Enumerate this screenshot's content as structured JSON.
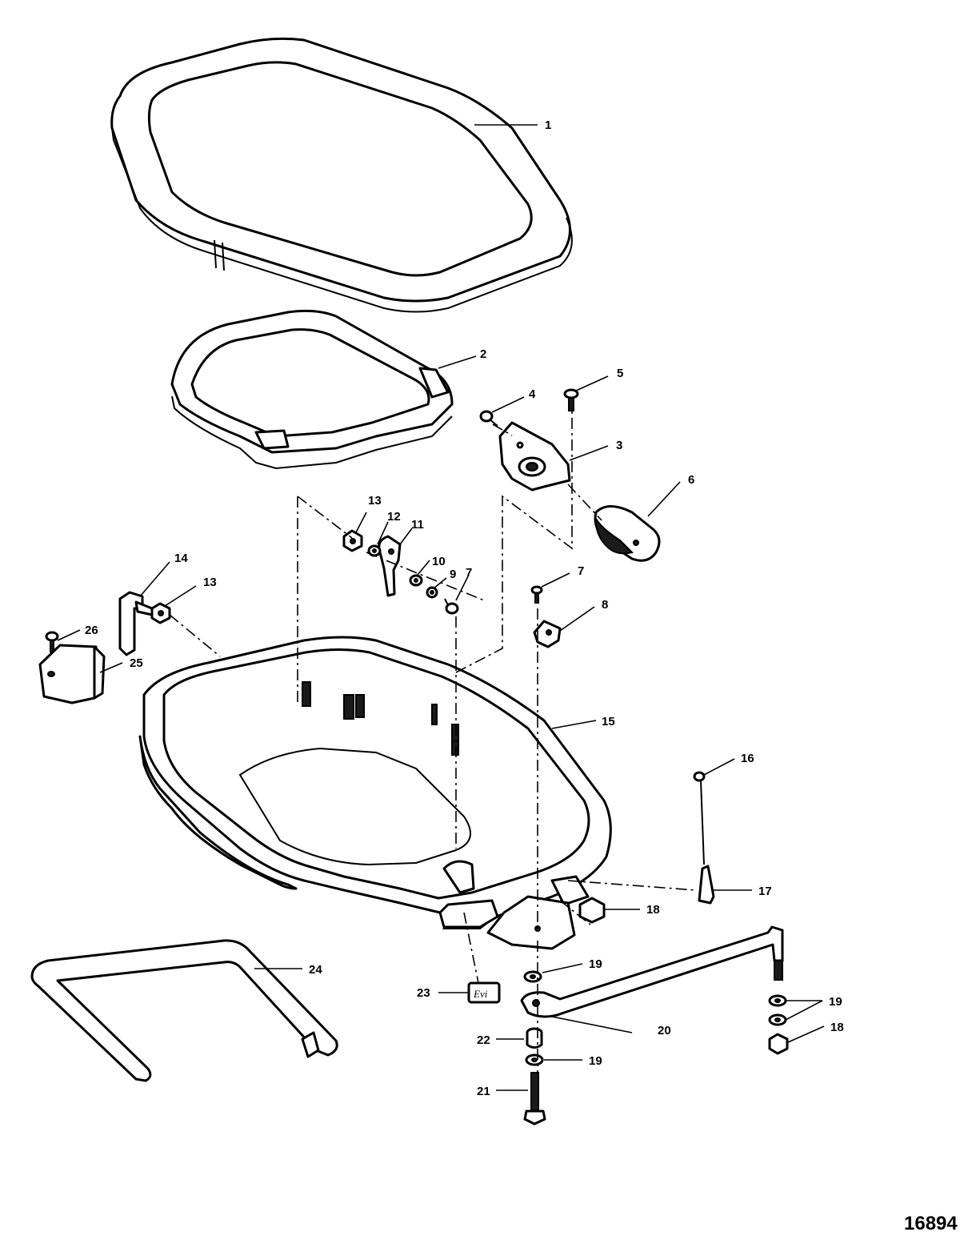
{
  "figure_number": "16894",
  "callouts": [
    "1",
    "2",
    "3",
    "4",
    "5",
    "6",
    "7",
    "7",
    "8",
    "9",
    "10",
    "11",
    "12",
    "13",
    "13",
    "14",
    "15",
    "16",
    "17",
    "18",
    "18",
    "19",
    "19",
    "19",
    "20",
    "21",
    "22",
    "23",
    "24",
    "25",
    "26"
  ],
  "badge_text": "Evi"
}
